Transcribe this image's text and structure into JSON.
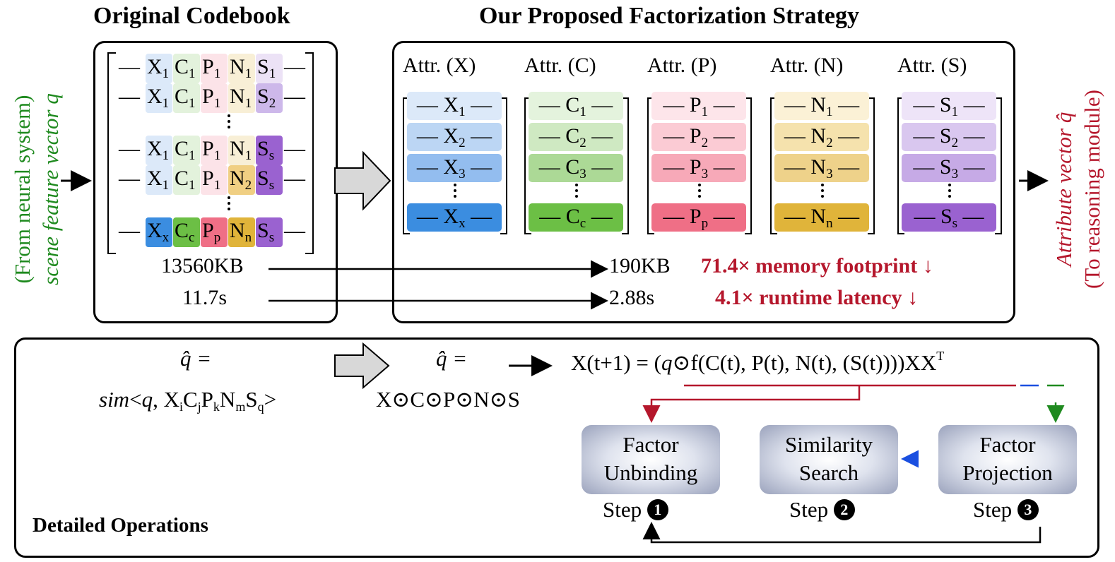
{
  "titles": {
    "original": "Original Codebook",
    "proposed": "Our Proposed Factorization Strategy"
  },
  "side_left": {
    "line1": "(From neural system)",
    "line2": "scene feature vector q"
  },
  "side_right": {
    "line1": "Attribute vector q̂",
    "line2": "(To reasoning module)"
  },
  "colors": {
    "X": "#3b8de0",
    "C": "#6cbf45",
    "P": "#ef6f86",
    "N": "#e0b43a",
    "S": "#9a62d0",
    "green_text": "#1f8a1f",
    "red_text": "#b5172c",
    "blue_arrow": "#1a4fe0"
  },
  "codebook": {
    "rows": [
      [
        "X",
        "1",
        "C",
        "1",
        "P",
        "1",
        "N",
        "1",
        "S",
        "1"
      ],
      [
        "X",
        "1",
        "C",
        "1",
        "P",
        "1",
        "N",
        "1",
        "S",
        "2"
      ],
      [
        "X",
        "1",
        "C",
        "1",
        "P",
        "1",
        "N",
        "1",
        "S",
        "s"
      ],
      [
        "X",
        "1",
        "C",
        "1",
        "P",
        "1",
        "N",
        "2",
        "S",
        "s"
      ],
      [
        "X",
        "x",
        "C",
        "c",
        "P",
        "p",
        "N",
        "n",
        "S",
        "s"
      ]
    ]
  },
  "attributes": [
    {
      "label": "Attr. (X)",
      "letter": "X",
      "subs": [
        "1",
        "2",
        "3",
        "x"
      ]
    },
    {
      "label": "Attr. (C)",
      "letter": "C",
      "subs": [
        "1",
        "2",
        "3",
        "c"
      ]
    },
    {
      "label": "Attr. (P)",
      "letter": "P",
      "subs": [
        "1",
        "2",
        "3",
        "p"
      ]
    },
    {
      "label": "Attr. (N)",
      "letter": "N",
      "subs": [
        "1",
        "2",
        "3",
        "n"
      ]
    },
    {
      "label": "Attr. (S)",
      "letter": "S",
      "subs": [
        "1",
        "2",
        "3",
        "s"
      ]
    }
  ],
  "stats": {
    "mem_before": "13560KB",
    "time_before": "11.7s",
    "mem_after": "190KB",
    "time_after": "2.88s",
    "mem_gain": "71.4× memory footprint",
    "time_gain": "4.1× runtime latency"
  },
  "detail": {
    "heading": "Detailed Operations",
    "qhat_eq": "q̂ =",
    "sim_expr": "sim<q, XiCjPkNmSq>",
    "qhat_eq2": "q̂ =",
    "factor_expr": "X⊙C⊙P⊙N⊙S",
    "update_eq": "X(t+1) = (q⊙f(C(t), P(t), N(t), (S(t))))XXT",
    "ops": [
      {
        "line1": "Factor",
        "line2": "Unbinding",
        "step": "Step",
        "num": "1"
      },
      {
        "line1": "Similarity",
        "line2": "Search",
        "step": "Step",
        "num": "2"
      },
      {
        "line1": "Factor",
        "line2": "Projection",
        "step": "Step",
        "num": "3"
      }
    ]
  }
}
